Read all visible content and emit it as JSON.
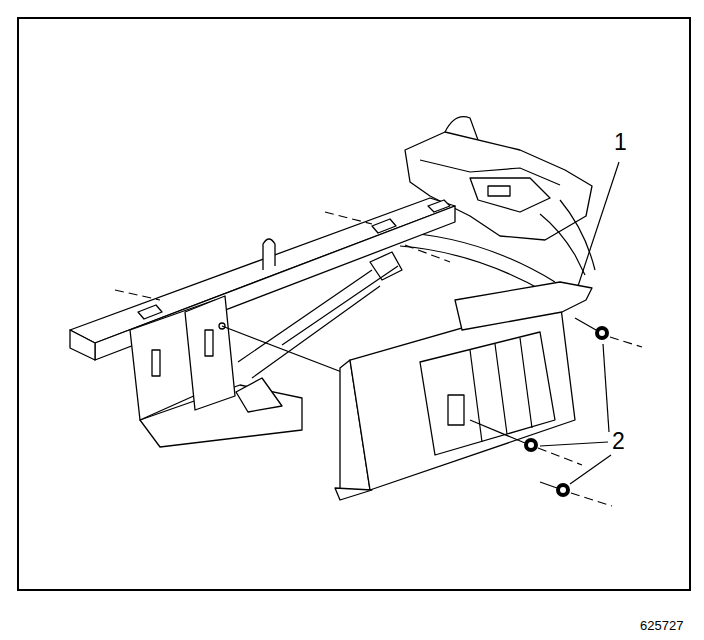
{
  "diagram": {
    "labels": [
      "1",
      "2",
      "625727"
    ]
  }
}
